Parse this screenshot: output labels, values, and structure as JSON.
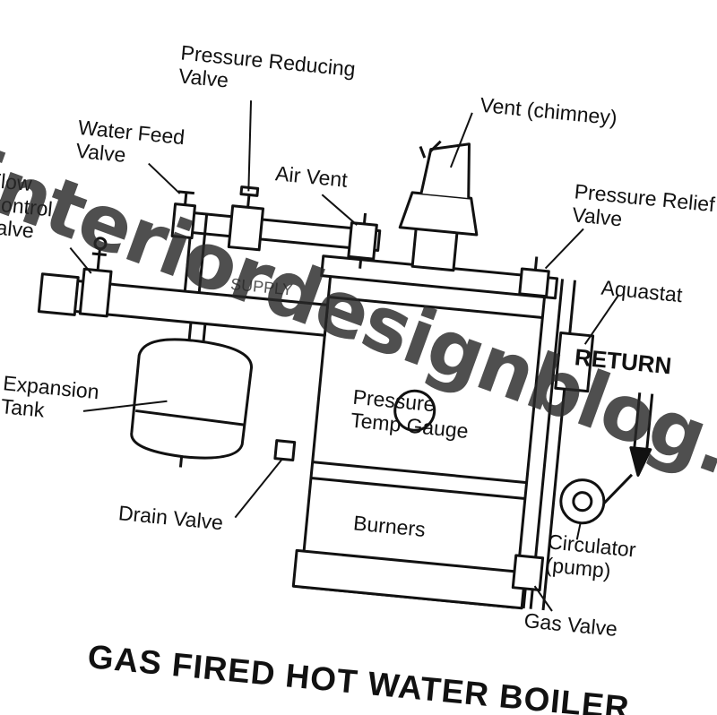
{
  "labels": {
    "pressure_reducing_valve": [
      "Pressure Reducing",
      "Valve"
    ],
    "vent_chimney": "Vent (chimney)",
    "water_feed_valve": [
      "Water Feed",
      "Valve"
    ],
    "air_vent": "Air Vent",
    "flow_control_valve": [
      "Flow",
      "Control",
      "Valve"
    ],
    "pressure_relief_valve": [
      "Pressure Relief",
      "Valve"
    ],
    "aquastat": "Aquastat",
    "return": "RETURN",
    "expansion_tank": [
      "Expansion",
      "Tank"
    ],
    "pressure_temp_gauge": [
      "Pressure",
      "Temp Gauge"
    ],
    "drain_valve": "Drain Valve",
    "burners": "Burners",
    "circulator": [
      "Circulator",
      "(pump)"
    ],
    "gas_valve": "Gas Valve",
    "supply": "SUPPLY"
  },
  "title": "GAS FIRED HOT WATER BOILER",
  "watermark": "interiordesignblog.",
  "colors": {
    "ink": "#111111",
    "paper": "#ffffff",
    "watermark": "#282828"
  }
}
